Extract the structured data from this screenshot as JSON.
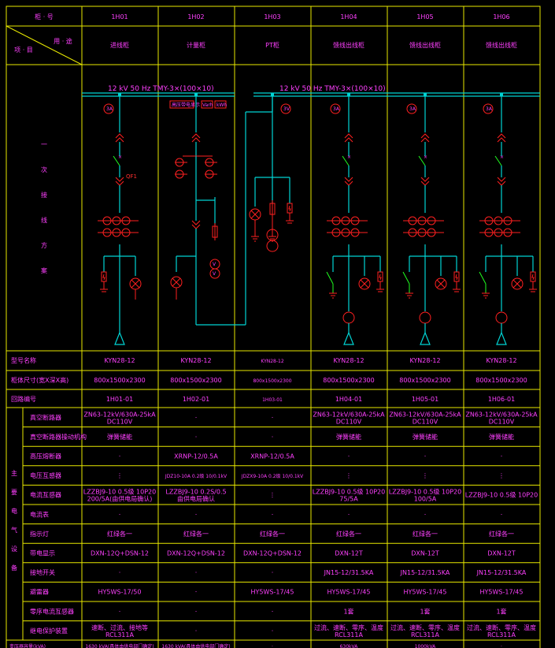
{
  "header": {
    "cabinet_no_label": "柜 · 号",
    "purpose_label": "用 · 途",
    "item_label": "项 · 目",
    "ids": [
      "1H01",
      "1H02",
      "1H03",
      "1H04",
      "1H05",
      "1H06"
    ],
    "uses": [
      "进线柜",
      "计量柜",
      "PT柜",
      "馈线出线柜",
      "馈线出线柜",
      "馈线出线柜"
    ]
  },
  "scheme_label": [
    "一",
    "次",
    "接",
    "线",
    "方",
    "案"
  ],
  "bus_text": [
    "12 kV 50 Hz  TMY-3×(100×10)",
    "12 kV 50 Hz  TMY-3×(100×10)"
  ],
  "meter_labels": [
    "高压带电显示",
    "Varh",
    "kWh"
  ],
  "qf_label": "QF1",
  "rows": [
    {
      "label": "型号名称",
      "cells": [
        "KYN28-12",
        "KYN28-12",
        "KYN28-12",
        "KYN28-12",
        "KYN28-12",
        "KYN28-12"
      ]
    },
    {
      "label": "柜体尺寸(宽X深X高)",
      "cells": [
        "800x1500x2300",
        "800x1500x2300",
        "800x1500x2300",
        "800x1500x2300",
        "800x1500x2300",
        "800x1500x2300"
      ]
    },
    {
      "label": "回路编号",
      "cells": [
        "1H01-01",
        "1H02-01",
        "1H03-01",
        "1H04-01",
        "1H05-01",
        "1H06-01"
      ]
    }
  ],
  "main_equipment_label": [
    "主",
    "要",
    "电",
    "气",
    "设",
    "备"
  ],
  "equip_rows": [
    {
      "label": "真空断路器",
      "cells": [
        "ZN63-12kV/630A-25kA\nDC110V",
        "·",
        "·",
        "ZN63-12kV/630A-25kA\nDC110V",
        "ZN63-12kV/630A-25kA\nDC110V",
        "ZN63-12kV/630A-25kA\nDC110V"
      ]
    },
    {
      "label": "真空断路器操动机构",
      "cells": [
        "弹簧储能",
        "·",
        "·",
        "弹簧储能",
        "弹簧储能",
        "弹簧储能"
      ]
    },
    {
      "label": "高压熔断器",
      "cells": [
        "·",
        "XRNP-12/0.5A",
        "XRNP-12/0.5A",
        "·",
        "·",
        "·"
      ]
    },
    {
      "label": "电压互感器",
      "cells": [
        "⋮",
        "JDZ10-10A 0.2级 10/0.1kV",
        "JDZX9-10A 0.2级 10/0.1kV",
        "⋮",
        "⋮",
        "⋮"
      ]
    },
    {
      "label": "电流互感器",
      "cells": [
        "LZZBJ9-10 0.5级 10P20\n200/5A(由供电局确认)",
        "LZZBJ9-10 0.2S/0.5\n由供电局确认",
        "⋮",
        "LZZBJ9-10 0.5级 10P20\n75/5A",
        "LZZBJ9-10 0.5级 10P20\n100/5A",
        "LZZBJ9-10 0.5级 10P20"
      ]
    },
    {
      "label": "电流表",
      "cells": [
        "·",
        "·",
        "·",
        "·",
        "·",
        "·"
      ]
    },
    {
      "label": "指示灯",
      "cells": [
        "红绿各一",
        "红绿各一",
        "红绿各一",
        "红绿各一",
        "红绿各一",
        "红绿各一"
      ]
    },
    {
      "label": "带电显示",
      "cells": [
        "DXN-12Q+DSN-12",
        "DXN-12Q+DSN-12",
        "DXN-12Q+DSN-12",
        "DXN-12T",
        "DXN-12T",
        "DXN-12T"
      ]
    },
    {
      "label": "接地开关",
      "cells": [
        "·",
        "·",
        "·",
        "JN15-12/31.5KA",
        "JN15-12/31.5KA",
        "JN15-12/31.5KA"
      ]
    },
    {
      "label": "避雷器",
      "cells": [
        "HY5WS-17/50",
        "·",
        "HY5WS-17/45",
        "HY5WS-17/45",
        "HY5WS-17/45",
        "HY5WS-17/45"
      ]
    },
    {
      "label": "零序电流互感器",
      "cells": [
        "·",
        "·",
        "·",
        "1套",
        "1套",
        "1套"
      ]
    },
    {
      "label": "继电保护装置",
      "cells": [
        "速断、过流、接地等\nRCL311A",
        "·",
        "·",
        "过流、速断、零序、温度\nRCL311A",
        "过流、速断、零序、温度\nRCL311A",
        "过流、速断、零序、温度\nRCL311A"
      ]
    }
  ],
  "bottom_row": {
    "label": "变压器容量(kVA)",
    "cells": [
      "1630 kVA(具体由供电部门确定)",
      "1630 kVA(具体由供电部门确定)",
      "·",
      "630kVA",
      "1000kVA",
      "·"
    ]
  }
}
